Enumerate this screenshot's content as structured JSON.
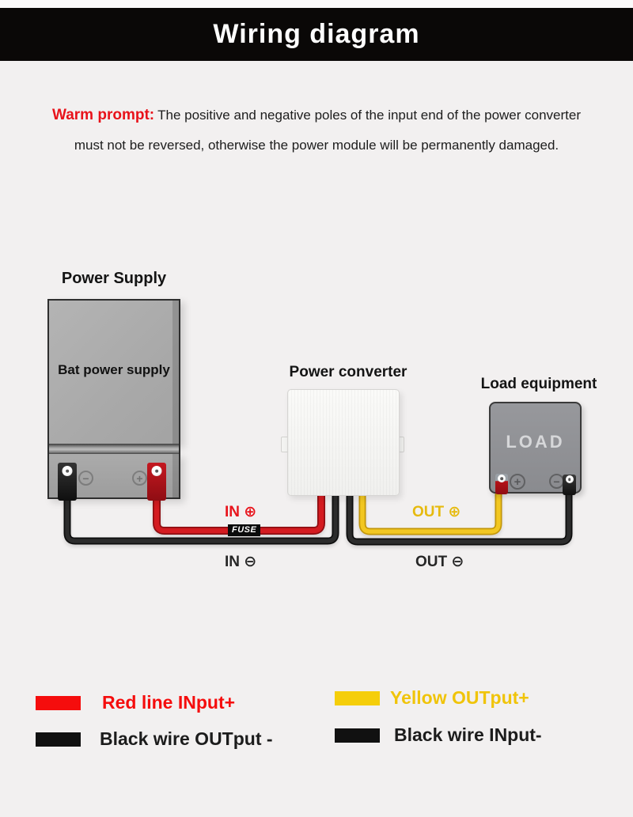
{
  "header": {
    "title": "Wiring diagram"
  },
  "warning": {
    "label": "Warm prompt:",
    "line1": "The positive and negative poles of the input end of the power converter",
    "line2": "must not be reversed, otherwise the power module will be permanently damaged."
  },
  "battery": {
    "title": "Power Supply",
    "body_label": "Bat power supply"
  },
  "converter": {
    "title": "Power converter"
  },
  "load": {
    "title": "Load equipment",
    "body_label": "LOAD"
  },
  "symbols": {
    "plus": "+",
    "minus": "−"
  },
  "wire_labels": {
    "in_plus": "IN ⊕",
    "in_minus": "IN ⊖",
    "out_plus": "OUT ⊕",
    "out_minus": "OUT ⊖",
    "fuse": "FUSE"
  },
  "legend": {
    "items": [
      {
        "label": "Red line INput+",
        "swatch_color": "#f50d0d",
        "text_color": "#f50d0d"
      },
      {
        "label": "Black wire OUTput -",
        "swatch_color": "#111111",
        "text_color": "#1c1c1c"
      },
      {
        "label": "Yellow OUTput+",
        "swatch_color": "#f5ce0a",
        "text_color": "#f0c40a"
      },
      {
        "label": "Black wire INput-",
        "swatch_color": "#111111",
        "text_color": "#1c1c1c"
      }
    ]
  },
  "colors": {
    "page_bg": "#f2f0f0",
    "header_bg": "#0a0807",
    "warning_red": "#e8121a",
    "wire_red": "#d41b20",
    "wire_yellow": "#f2c722",
    "wire_black": "#1d1d1d",
    "label_red": "#e8141c",
    "label_yellow": "#e6ba0e",
    "battery_gray": "#aaaaaa",
    "load_gray": "#909296",
    "converter_white": "#f5f5f3"
  }
}
